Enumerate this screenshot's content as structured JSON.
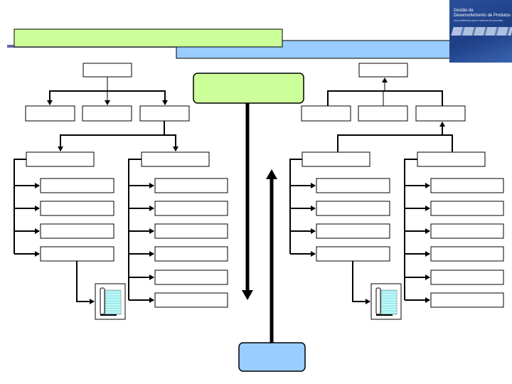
{
  "logo": {
    "title": "Gestão de Desenvolvimento de Produtos",
    "subtitle": "Uma referência para a melhoria do processo"
  },
  "colors": {
    "banner_green": "#CCFF99",
    "banner_blue": "#99CCFF",
    "accent_purple": "#6666AA",
    "line": "#000000"
  },
  "icons": [
    "notebook-icon-left",
    "notebook-icon-right"
  ]
}
